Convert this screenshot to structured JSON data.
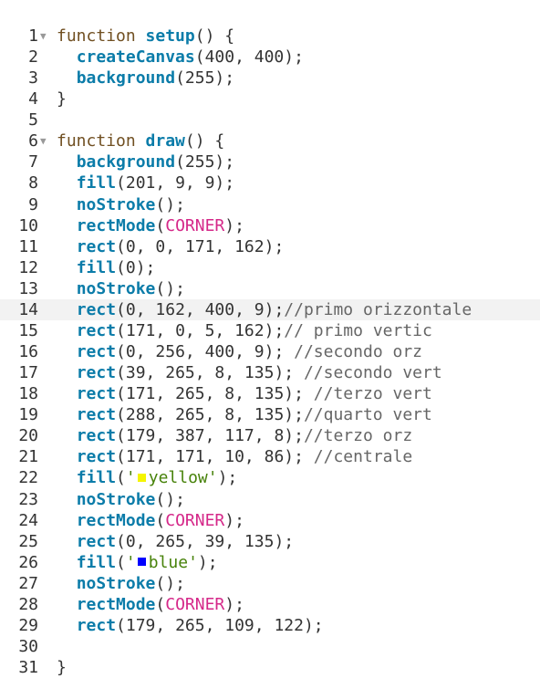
{
  "colors": {
    "keyword": "#704f21",
    "function": "#0b7ca9",
    "constant": "#d52889",
    "string": "#47820a",
    "comment": "#666666",
    "yellow": "#f5f500",
    "blue": "#0000ff"
  },
  "editor": {
    "current_line": 14,
    "lines": [
      {
        "n": "1",
        "fold": true,
        "tokens": [
          {
            "t": "kw",
            "v": "function "
          },
          {
            "t": "fn",
            "v": "setup"
          },
          {
            "t": "p",
            "v": "() {"
          }
        ]
      },
      {
        "n": "2",
        "tokens": [
          {
            "t": "p",
            "v": "  "
          },
          {
            "t": "fn",
            "v": "createCanvas"
          },
          {
            "t": "p",
            "v": "(400, 400);"
          }
        ]
      },
      {
        "n": "3",
        "tokens": [
          {
            "t": "p",
            "v": "  "
          },
          {
            "t": "fn",
            "v": "background"
          },
          {
            "t": "p",
            "v": "(255);"
          }
        ]
      },
      {
        "n": "4",
        "tokens": [
          {
            "t": "p",
            "v": "}"
          }
        ]
      },
      {
        "n": "5",
        "tokens": []
      },
      {
        "n": "6",
        "fold": true,
        "tokens": [
          {
            "t": "kw",
            "v": "function "
          },
          {
            "t": "fn",
            "v": "draw"
          },
          {
            "t": "p",
            "v": "() {"
          }
        ]
      },
      {
        "n": "7",
        "tokens": [
          {
            "t": "p",
            "v": "  "
          },
          {
            "t": "fn",
            "v": "background"
          },
          {
            "t": "p",
            "v": "(255);"
          }
        ]
      },
      {
        "n": "8",
        "tokens": [
          {
            "t": "p",
            "v": "  "
          },
          {
            "t": "fn",
            "v": "fill"
          },
          {
            "t": "p",
            "v": "(201, 9, 9);"
          }
        ]
      },
      {
        "n": "9",
        "tokens": [
          {
            "t": "p",
            "v": "  "
          },
          {
            "t": "fn",
            "v": "noStroke"
          },
          {
            "t": "p",
            "v": "();"
          }
        ]
      },
      {
        "n": "10",
        "tokens": [
          {
            "t": "p",
            "v": "  "
          },
          {
            "t": "fn",
            "v": "rectMode"
          },
          {
            "t": "p",
            "v": "("
          },
          {
            "t": "const",
            "v": "CORNER"
          },
          {
            "t": "p",
            "v": ");"
          }
        ]
      },
      {
        "n": "11",
        "tokens": [
          {
            "t": "p",
            "v": "  "
          },
          {
            "t": "fn",
            "v": "rect"
          },
          {
            "t": "p",
            "v": "(0, 0, 171, 162);"
          }
        ]
      },
      {
        "n": "12",
        "tokens": [
          {
            "t": "p",
            "v": "  "
          },
          {
            "t": "fn",
            "v": "fill"
          },
          {
            "t": "p",
            "v": "(0);"
          }
        ]
      },
      {
        "n": "13",
        "tokens": [
          {
            "t": "p",
            "v": "  "
          },
          {
            "t": "fn",
            "v": "noStroke"
          },
          {
            "t": "p",
            "v": "();"
          }
        ]
      },
      {
        "n": "14",
        "tokens": [
          {
            "t": "p",
            "v": "  "
          },
          {
            "t": "fn",
            "v": "rect"
          },
          {
            "t": "p",
            "v": "(0, 162, 400, 9);"
          },
          {
            "t": "cm",
            "v": "//primo orizzontale"
          }
        ]
      },
      {
        "n": "15",
        "tokens": [
          {
            "t": "p",
            "v": "  "
          },
          {
            "t": "fn",
            "v": "rect"
          },
          {
            "t": "p",
            "v": "(171, 0, 5, 162);"
          },
          {
            "t": "cm",
            "v": "// primo vertic"
          }
        ]
      },
      {
        "n": "16",
        "tokens": [
          {
            "t": "p",
            "v": "  "
          },
          {
            "t": "fn",
            "v": "rect"
          },
          {
            "t": "p",
            "v": "(0, 256, 400, 9); "
          },
          {
            "t": "cm",
            "v": "//secondo orz"
          }
        ]
      },
      {
        "n": "17",
        "tokens": [
          {
            "t": "p",
            "v": "  "
          },
          {
            "t": "fn",
            "v": "rect"
          },
          {
            "t": "p",
            "v": "(39, 265, 8, 135); "
          },
          {
            "t": "cm",
            "v": "//secondo vert"
          }
        ]
      },
      {
        "n": "18",
        "tokens": [
          {
            "t": "p",
            "v": "  "
          },
          {
            "t": "fn",
            "v": "rect"
          },
          {
            "t": "p",
            "v": "(171, 265, 8, 135); "
          },
          {
            "t": "cm",
            "v": "//terzo vert"
          }
        ]
      },
      {
        "n": "19",
        "tokens": [
          {
            "t": "p",
            "v": "  "
          },
          {
            "t": "fn",
            "v": "rect"
          },
          {
            "t": "p",
            "v": "(288, 265, 8, 135);"
          },
          {
            "t": "cm",
            "v": "//quarto vert"
          }
        ]
      },
      {
        "n": "20",
        "tokens": [
          {
            "t": "p",
            "v": "  "
          },
          {
            "t": "fn",
            "v": "rect"
          },
          {
            "t": "p",
            "v": "(179, 387, 117, 8);"
          },
          {
            "t": "cm",
            "v": "//terzo orz"
          }
        ]
      },
      {
        "n": "21",
        "tokens": [
          {
            "t": "p",
            "v": "  "
          },
          {
            "t": "fn",
            "v": "rect"
          },
          {
            "t": "p",
            "v": "(171, 171, 10, 86); "
          },
          {
            "t": "cm",
            "v": "//centrale"
          }
        ]
      },
      {
        "n": "22",
        "tokens": [
          {
            "t": "p",
            "v": "  "
          },
          {
            "t": "fn",
            "v": "fill"
          },
          {
            "t": "p",
            "v": "("
          },
          {
            "t": "str",
            "v": "'"
          },
          {
            "t": "swatch",
            "v": "yellow"
          },
          {
            "t": "str",
            "v": "yellow'"
          },
          {
            "t": "p",
            "v": ");"
          }
        ]
      },
      {
        "n": "23",
        "tokens": [
          {
            "t": "p",
            "v": "  "
          },
          {
            "t": "fn",
            "v": "noStroke"
          },
          {
            "t": "p",
            "v": "();"
          }
        ]
      },
      {
        "n": "24",
        "tokens": [
          {
            "t": "p",
            "v": "  "
          },
          {
            "t": "fn",
            "v": "rectMode"
          },
          {
            "t": "p",
            "v": "("
          },
          {
            "t": "const",
            "v": "CORNER"
          },
          {
            "t": "p",
            "v": ");"
          }
        ]
      },
      {
        "n": "25",
        "tokens": [
          {
            "t": "p",
            "v": "  "
          },
          {
            "t": "fn",
            "v": "rect"
          },
          {
            "t": "p",
            "v": "(0, 265, 39, 135);"
          }
        ]
      },
      {
        "n": "26",
        "tokens": [
          {
            "t": "p",
            "v": "  "
          },
          {
            "t": "fn",
            "v": "fill"
          },
          {
            "t": "p",
            "v": "("
          },
          {
            "t": "str",
            "v": "'"
          },
          {
            "t": "swatch",
            "v": "blue"
          },
          {
            "t": "str",
            "v": "blue'"
          },
          {
            "t": "p",
            "v": ");"
          }
        ]
      },
      {
        "n": "27",
        "tokens": [
          {
            "t": "p",
            "v": "  "
          },
          {
            "t": "fn",
            "v": "noStroke"
          },
          {
            "t": "p",
            "v": "();"
          }
        ]
      },
      {
        "n": "28",
        "tokens": [
          {
            "t": "p",
            "v": "  "
          },
          {
            "t": "fn",
            "v": "rectMode"
          },
          {
            "t": "p",
            "v": "("
          },
          {
            "t": "const",
            "v": "CORNER"
          },
          {
            "t": "p",
            "v": ");"
          }
        ]
      },
      {
        "n": "29",
        "tokens": [
          {
            "t": "p",
            "v": "  "
          },
          {
            "t": "fn",
            "v": "rect"
          },
          {
            "t": "p",
            "v": "(179, 265, 109, 122);"
          }
        ]
      },
      {
        "n": "30",
        "tokens": []
      },
      {
        "n": "31",
        "tokens": [
          {
            "t": "p",
            "v": "}"
          }
        ]
      }
    ]
  }
}
